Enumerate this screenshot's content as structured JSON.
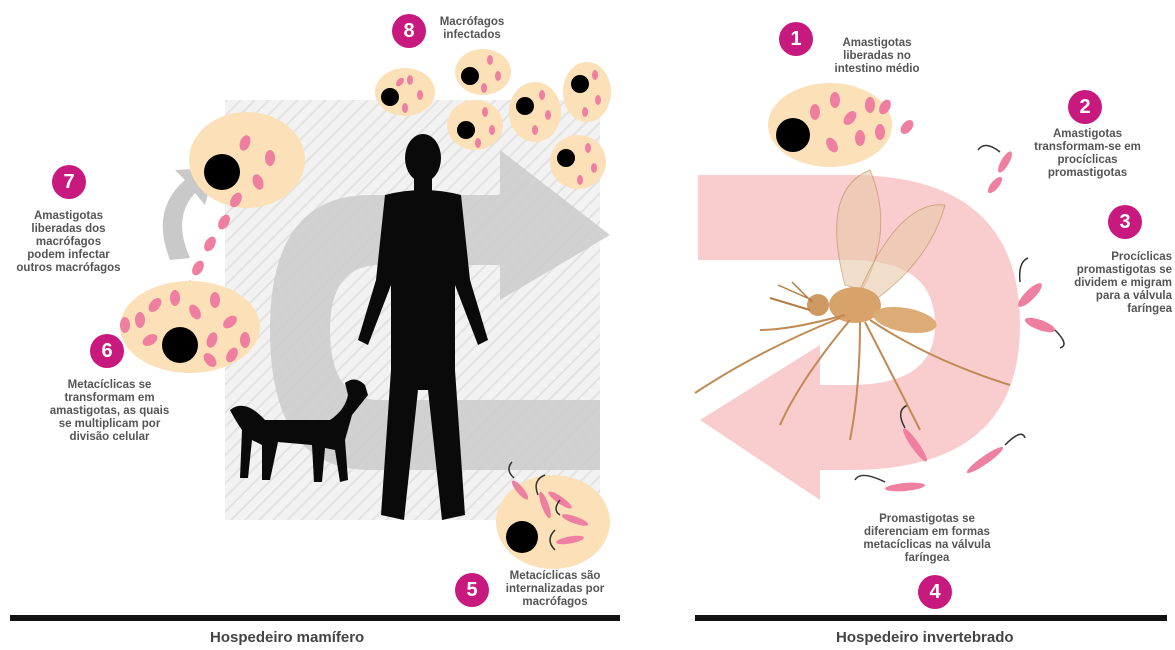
{
  "steps": [
    {
      "number": "1",
      "text": "Amastigotas liberadas no intestino médio"
    },
    {
      "number": "2",
      "text": "Amastigotas transformam-se em procíclicas promastigotas"
    },
    {
      "number": "3",
      "text": "Procíclicas promastigotas se dividem e migram para a válvula faríngea"
    },
    {
      "number": "4",
      "text": "Promastigotas se diferenciam em formas metacíclicas na válvula faríngea"
    },
    {
      "number": "5",
      "text": "Metacíclicas são internalizadas por macrófagos"
    },
    {
      "number": "6",
      "text": "Metacíclicas se transformam em amastigotas, as quais se multiplicam por divisão celular"
    },
    {
      "number": "7",
      "text": "Amastigotas liberadas dos macrófagos podem infectar outros macrófagos"
    },
    {
      "number": "8",
      "text": "Macrófagos infectados"
    }
  ],
  "hosts": {
    "mammal": "Hospedeiro mamífero",
    "invertebrate": "Hospedeiro invertebrado"
  },
  "colors": {
    "badge": "#c8197e",
    "cell_fill": "#fbe0b8",
    "parasite": "#ef7fa0",
    "arrow_gray": "#cfcfcf",
    "arrow_pink": "#f9c9c9"
  }
}
